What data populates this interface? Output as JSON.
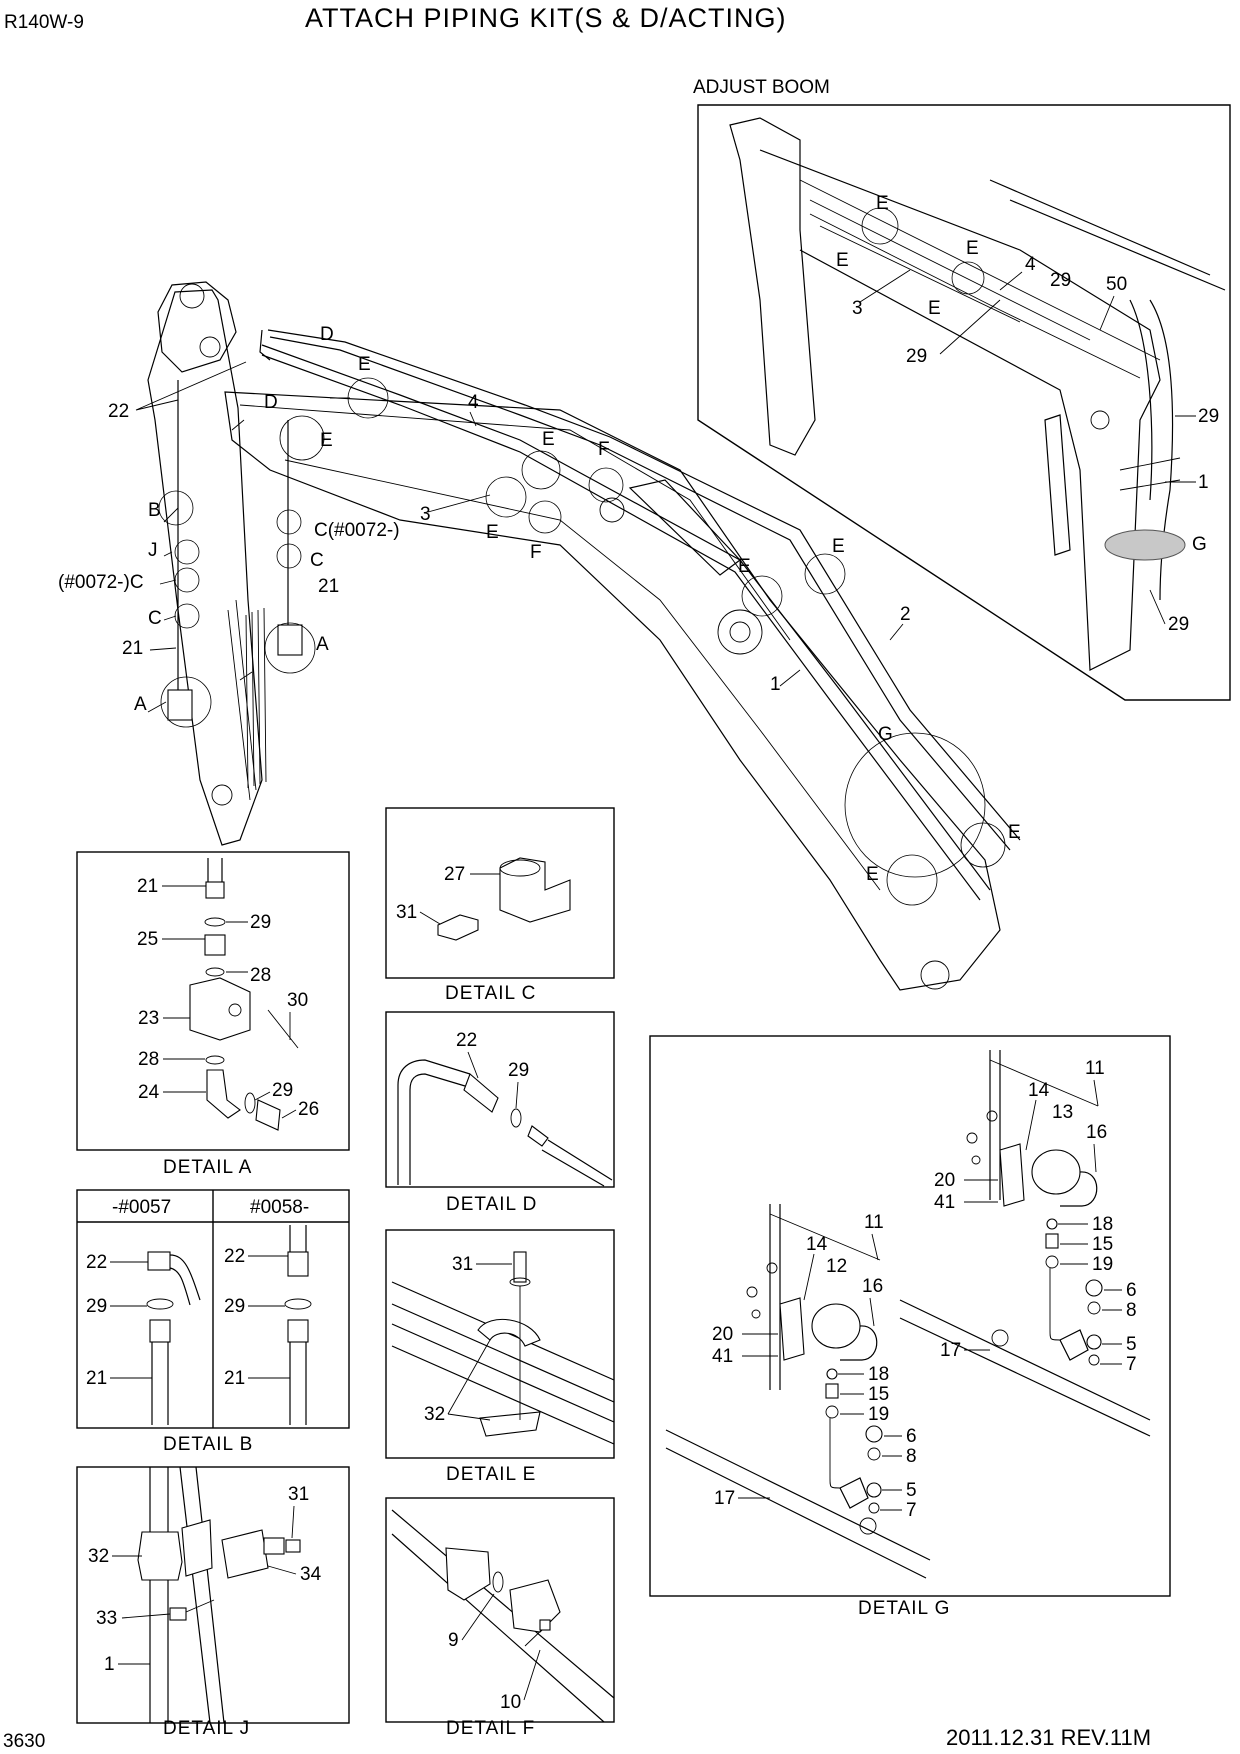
{
  "header": {
    "model": "R140W-9",
    "title": "ATTACH PIPING KIT(S & D/ACTING)"
  },
  "footer": {
    "page_number": "3630",
    "revision": "2011.12.31  REV.11M"
  },
  "inset": {
    "title": "ADJUST BOOM"
  },
  "details": {
    "a": "DETAIL  A",
    "b": "DETAIL  B",
    "c": "DETAIL  C",
    "d": "DETAIL  D",
    "e": "DETAIL  E",
    "f": "DETAIL  F",
    "g": "DETAIL  G",
    "j": "DETAIL  J",
    "b_col1": "-#0057",
    "b_col2": "#0058-"
  },
  "callouts": [
    "1",
    "2",
    "3",
    "4",
    "5",
    "6",
    "7",
    "8",
    "9",
    "10",
    "11",
    "12",
    "13",
    "14",
    "15",
    "16",
    "17",
    "18",
    "19",
    "20",
    "21",
    "22",
    "23",
    "24",
    "25",
    "26",
    "27",
    "28",
    "29",
    "30",
    "31",
    "32",
    "33",
    "34",
    "41",
    "50",
    "A",
    "B",
    "C",
    "D",
    "E",
    "F",
    "G",
    "J",
    "C(#0072-)",
    "(#0072-)C"
  ]
}
